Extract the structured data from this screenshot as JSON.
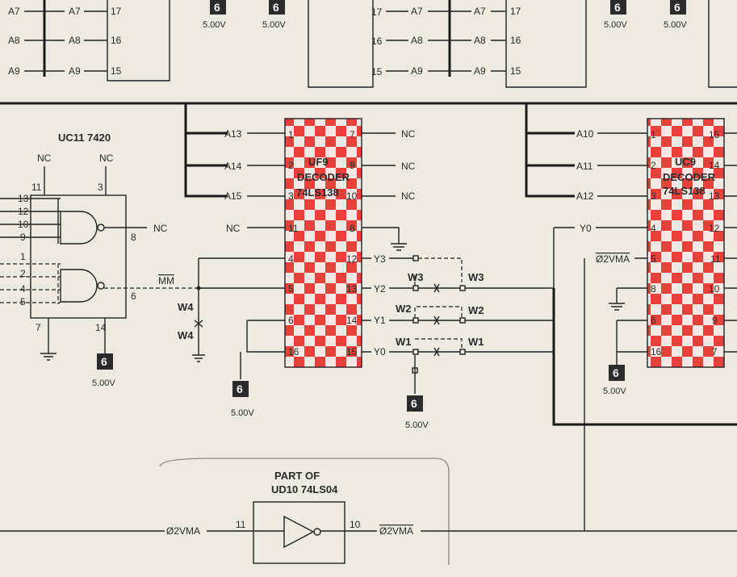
{
  "source_6": "6",
  "voltage": "5.00V",
  "nc": "NC",
  "top": {
    "left_addr": [
      "A7",
      "A8",
      "A9"
    ],
    "left_pins": [
      "17",
      "16",
      "15"
    ],
    "mid_pins_left": [
      "17",
      "16",
      "15"
    ],
    "mid_addr": [
      "A7",
      "A8",
      "A9"
    ],
    "mid_pins_right": [
      "17",
      "16",
      "15"
    ]
  },
  "uc11": {
    "title": "UC11  7420",
    "pin_nc_a": "11",
    "pin_nc_b": "3",
    "inputs_a": [
      "13",
      "12",
      "10",
      "9"
    ],
    "inputs_b": [
      "1",
      "2",
      "4",
      "5"
    ],
    "out_a": "8",
    "out_b": "6",
    "gnd_pin": "7",
    "vcc_pin": "14",
    "mm": "MM"
  },
  "uf9": {
    "name": "UF9",
    "type": "DECODER",
    "part": "74LS138",
    "inputs": [
      "A13",
      "A14",
      "A15"
    ],
    "left_pins": [
      "1",
      "2",
      "3",
      "11",
      "4",
      "5",
      "6",
      "16"
    ],
    "right_pins": [
      "7",
      "9",
      "10",
      "8",
      "12",
      "13",
      "14",
      "15"
    ],
    "outputs": [
      "Y3",
      "Y2",
      "Y1",
      "Y0"
    ]
  },
  "uc9": {
    "name": "UC9",
    "type": "DECODER",
    "part": "74LS138",
    "inputs": [
      "A10",
      "A11",
      "A12",
      "Y0",
      "Ø2VMA"
    ],
    "left_pins": [
      "1",
      "2",
      "3",
      "4",
      "5",
      "8",
      "6",
      "16"
    ],
    "right_pins": [
      "15",
      "14",
      "13",
      "12",
      "11",
      "10",
      "9",
      "7"
    ]
  },
  "jumpers": {
    "w4": "W4",
    "w3": "W3",
    "w2": "W2",
    "w1": "W1"
  },
  "ud10": {
    "title_1": "PART OF",
    "title_2": "UD10  74LS04",
    "pin_in": "11",
    "pin_out": "10",
    "in_label": "Ø2VMA",
    "out_label": "Ø2VMA"
  }
}
